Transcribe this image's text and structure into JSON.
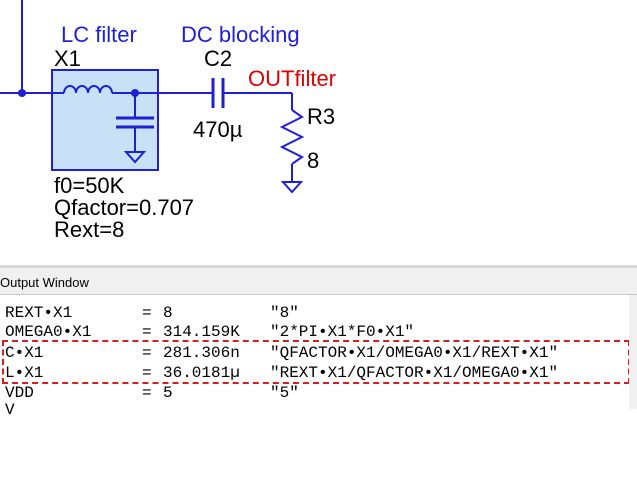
{
  "schematic": {
    "lc_label": "LC filter",
    "dc_label": "DC blocking",
    "x1_name": "X1",
    "c2_name": "C2",
    "c2_value": "470µ",
    "net_label": "OUTfilter",
    "r3_name": "R3",
    "r3_value": "8",
    "param1": "f0=50K",
    "param2": "Qfactor=0.707",
    "param3": "Rext=8",
    "colors": {
      "wire": "#1f1fd6",
      "block_fill": "#c9e1f7",
      "text_blue": "#1f1fd6",
      "text_red": "#e00000"
    }
  },
  "output_window": {
    "title": "Output Window",
    "rows": [
      {
        "name": "REXT•X1",
        "eq": "=",
        "value": "8",
        "expr": "\"8\""
      },
      {
        "name": "OMEGA0•X1",
        "eq": "=",
        "value": "314.159K",
        "expr": "\"2*PI•X1*F0•X1\""
      },
      {
        "name": "C•X1",
        "eq": "=",
        "value": "281.306n",
        "expr": "\"QFACTOR•X1/OMEGA0•X1/REXT•X1\""
      },
      {
        "name": "L•X1",
        "eq": "=",
        "value": "36.0181µ",
        "expr": "\"REXT•X1/QFACTOR•X1/OMEGA0•X1\""
      },
      {
        "name": "VDD",
        "eq": "=",
        "value": "5",
        "expr": "\"5\""
      },
      {
        "name": "V",
        "eq": "=",
        "value": "",
        "expr": ""
      }
    ]
  }
}
